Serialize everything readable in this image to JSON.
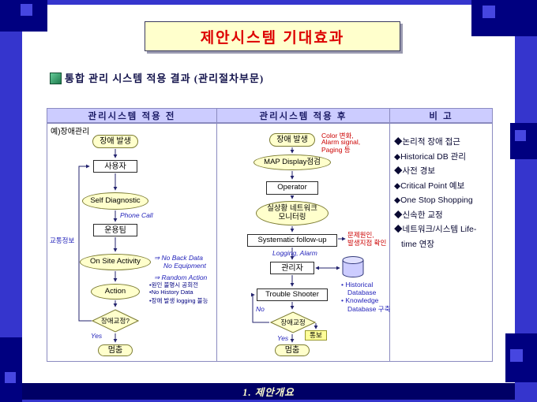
{
  "slide": {
    "title": "제안시스템 기대효과",
    "section_heading": "통합 관리 시스템 적용 결과 (관리절차부문)",
    "footer": "1. 제안개요"
  },
  "colors": {
    "background": "#3535cd",
    "decoration_dark": "#000080",
    "title_bg": "#ffffcc",
    "title_text": "#dd0000",
    "header_bg": "#ccccff",
    "shape_fill": "#ffffcc",
    "annotation_blue": "#2424bb",
    "annotation_red": "#cc0000",
    "footer_bg": "#000066"
  },
  "icons": {
    "section_marker": "green-square",
    "database": "cylinder"
  },
  "table": {
    "headers": {
      "before": "관리시스템 적용 전",
      "after": "관리시스템 적용 후",
      "remarks": "비 고"
    }
  },
  "before_flow": {
    "example_label": "예)장애관리",
    "fault": "장애 발생",
    "user": "사용자",
    "self_diagnostic": "Self Diagnostic",
    "ops_team": "운용팀",
    "onsite": "On Site Activity",
    "action": "Action",
    "decision": "장애교정?",
    "stop": "멈춤",
    "phone_call": "Phone Call",
    "traffic_info": "교통정보",
    "no_back_data": "⇒ No Back Data",
    "no_equipment": "No Equipment",
    "random_action": "⇒ Random Action",
    "action_note_1": "•원인 불명시 공회전",
    "action_note_2": "•No History Data",
    "action_note_3": "•장애 발생 logging 불능",
    "yes": "Yes"
  },
  "after_flow": {
    "fault": "장애 발생",
    "map_check": "MAP Display점검",
    "operator": "Operator",
    "monitoring_1": "실상황 네트워크",
    "monitoring_2": "모니터링",
    "follow_up": "Systematic follow-up",
    "manager": "관리자",
    "trouble_shooter": "Trouble Shooter",
    "decision": "장애교정",
    "notify": "통보",
    "stop": "멈춤",
    "signal_1": "Color 변화,",
    "signal_2": "Alarm signal,",
    "signal_3": "Paging 등",
    "problem_1": "문제원인,",
    "problem_2": "발생지점 확인",
    "logging_alarm": "Logging, Alarm",
    "db_1": "• Historical",
    "db_2": "Database",
    "db_3": "• Knowledge",
    "db_4": "Database 구축",
    "no": "No",
    "yes": "Yes"
  },
  "remarks": {
    "items": [
      "◆논리적 장애 접근",
      "◆Historical DB 관리",
      "◆사전 경보",
      "◆Critical Point 예보",
      "◆One Stop Shopping",
      "◆신속한 교정",
      "◆네트워크/시스템 Life-time 연장"
    ]
  }
}
